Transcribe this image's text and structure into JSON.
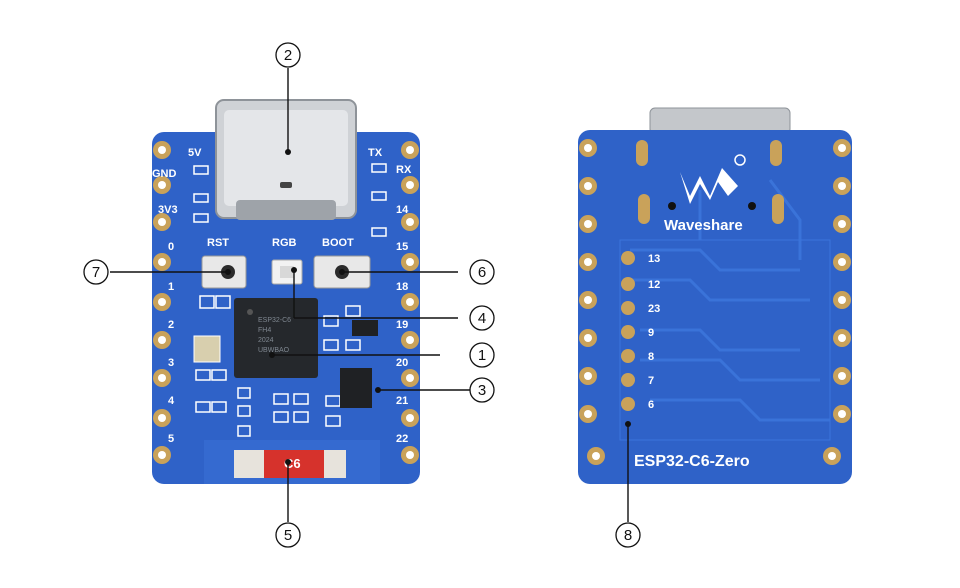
{
  "callouts": [
    "1",
    "2",
    "3",
    "4",
    "5",
    "6",
    "7",
    "8"
  ],
  "front": {
    "left_pins": [
      "5V",
      "GND",
      "3V3",
      "0",
      "1",
      "2",
      "3",
      "4",
      "5"
    ],
    "right_pins": [
      "TX",
      "RX",
      "14",
      "15",
      "18",
      "19",
      "20",
      "21",
      "22"
    ],
    "buttons": {
      "reset": "RST",
      "rgb": "RGB",
      "boot": "BOOT"
    },
    "chip_marking": [
      "ESP32-C6",
      "FH4",
      "2024",
      "UBWBAO"
    ],
    "ceramic_antenna_label": "C6"
  },
  "back": {
    "brand": "Waveshare",
    "pad_labels": [
      "13",
      "12",
      "23",
      "9",
      "8",
      "7",
      "6"
    ],
    "model": "ESP32-C6-Zero"
  },
  "colors": {
    "pcb_blue": "#2f62c8",
    "pcb_trace": "#3a73d9",
    "gold": "#c9a25a",
    "callout_line": "#111111"
  }
}
